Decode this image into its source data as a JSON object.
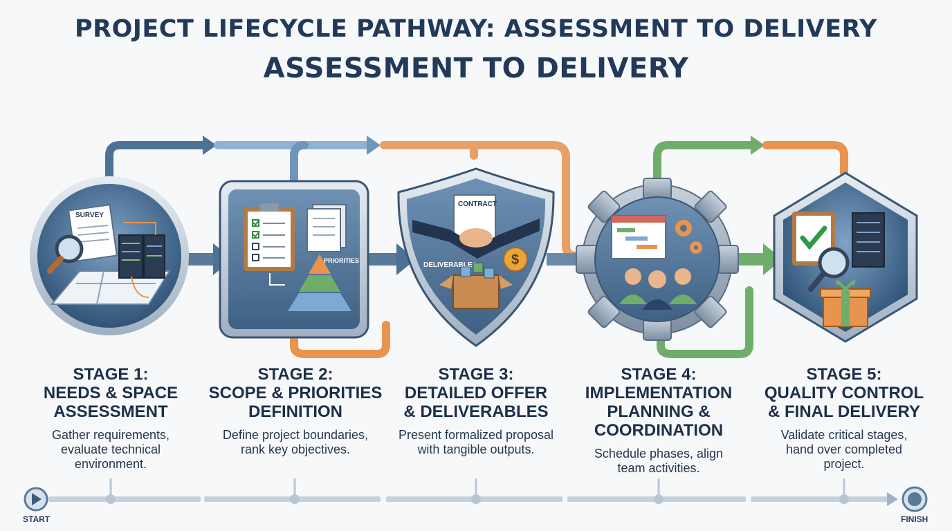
{
  "title": {
    "line1": "PROJECT LIFECYCLE PATHWAY: ASSESSMENT TO DELIVERY",
    "line2": "ASSESSMENT TO DELIVERY"
  },
  "stages": [
    {
      "heading": [
        "STAGE 1:",
        "NEEDS & SPACE",
        "ASSESSMENT"
      ],
      "description": [
        "Gather requirements,",
        "evaluate technical",
        "environment."
      ],
      "icons": [
        "survey-document",
        "magnifier",
        "server-rack",
        "floor-plan"
      ],
      "labels": [
        "SURVEY"
      ]
    },
    {
      "heading": [
        "STAGE 2:",
        "SCOPE & PRIORITIES",
        "DEFINITION"
      ],
      "description": [
        "Define project boundaries,",
        "rank key objectives."
      ],
      "icons": [
        "clipboard-checklist",
        "documents",
        "priority-pyramid"
      ],
      "labels": [
        "PRIORITIES"
      ]
    },
    {
      "heading": [
        "STAGE 3:",
        "DETAILED OFFER",
        "& DELIVERABLES"
      ],
      "description": [
        "Present formalized proposal",
        "with tangible outputs."
      ],
      "icons": [
        "contract",
        "handshake",
        "dollar-coin",
        "deliverables-box"
      ],
      "labels": [
        "CONTRACT",
        "DELIVERABLES"
      ]
    },
    {
      "heading": [
        "STAGE 4:",
        "IMPLEMENTATION",
        "PLANNING &",
        "COORDINATION"
      ],
      "description": [
        "Schedule phases, align",
        "team activities."
      ],
      "icons": [
        "gantt-calendar",
        "gears",
        "team-headsets"
      ],
      "labels": []
    },
    {
      "heading": [
        "STAGE 5:",
        "QUALITY CONTROL",
        "& FINAL DELIVERY"
      ],
      "description": [
        "Validate critical stages,",
        "hand over completed",
        "project."
      ],
      "icons": [
        "approved-clipboard",
        "server",
        "magnifier",
        "gift-box"
      ],
      "labels": []
    }
  ],
  "timeline": {
    "start": "START",
    "finish": "FINISH"
  },
  "colors": {
    "navy": "#22395a",
    "steel_blue": "#4d7295",
    "light_blue": "#8fb3d1",
    "orange": "#e8944f",
    "green": "#6fae6a"
  }
}
